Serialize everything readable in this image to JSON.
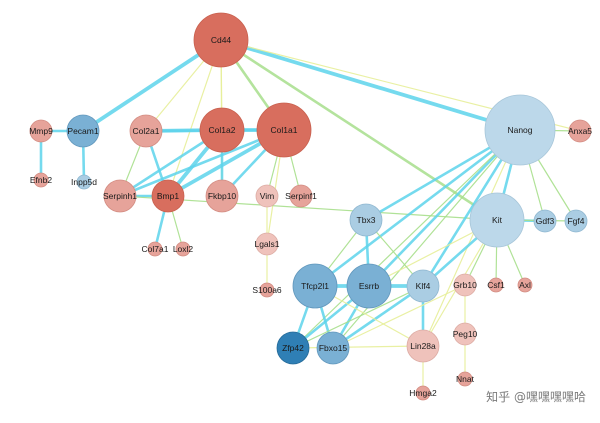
{
  "network": {
    "colors": {
      "red_strong": "#d86e5e",
      "red_light": "#e6a39a",
      "red_pale": "#efc2bb",
      "blue_strong": "#2f7fb5",
      "blue_mid": "#7ab0d4",
      "blue_light": "#aacde3",
      "blue_pale": "#bcd8ea",
      "edge_cyan": "#5ed4ec",
      "edge_green": "#a8df8c",
      "edge_yellow": "#e7ef9a"
    },
    "nodes": [
      {
        "id": "Cd44",
        "label": "Cd44",
        "color": "red_strong",
        "size": "xl"
      },
      {
        "id": "Nanog",
        "label": "Nanog",
        "color": "blue_pale",
        "size": "xxl"
      },
      {
        "id": "Mmp9",
        "label": "Mmp9",
        "color": "red_light",
        "size": "s"
      },
      {
        "id": "Pecam1",
        "label": "Pecam1",
        "color": "blue_mid",
        "size": "m"
      },
      {
        "id": "Col2a1",
        "label": "Col2a1",
        "color": "red_light",
        "size": "m"
      },
      {
        "id": "Col1a2",
        "label": "Col1a2",
        "color": "red_strong",
        "size": "l"
      },
      {
        "id": "Col1a1",
        "label": "Col1a1",
        "color": "red_strong",
        "size": "xl"
      },
      {
        "id": "Anxa5",
        "label": "Anxa5",
        "color": "red_light",
        "size": "s"
      },
      {
        "id": "Efnb2",
        "label": "Efnb2",
        "color": "red_light",
        "size": "xs"
      },
      {
        "id": "Inpp5d",
        "label": "Inpp5d",
        "color": "blue_light",
        "size": "xs"
      },
      {
        "id": "Serpinh1",
        "label": "Serpinh1",
        "color": "red_light",
        "size": "m"
      },
      {
        "id": "Bmp1",
        "label": "Bmp1",
        "color": "red_strong",
        "size": "m"
      },
      {
        "id": "Fkbp10",
        "label": "Fkbp10",
        "color": "red_light",
        "size": "m"
      },
      {
        "id": "Vim",
        "label": "Vim",
        "color": "red_pale",
        "size": "s"
      },
      {
        "id": "Serpinf1",
        "label": "Serpinf1",
        "color": "red_light",
        "size": "s"
      },
      {
        "id": "Col7a1",
        "label": "Col7a1",
        "color": "red_light",
        "size": "xs"
      },
      {
        "id": "Loxl2",
        "label": "Loxl2",
        "color": "red_light",
        "size": "xs"
      },
      {
        "id": "Lgals1",
        "label": "Lgals1",
        "color": "red_pale",
        "size": "s"
      },
      {
        "id": "S100a6",
        "label": "S100a6",
        "color": "red_light",
        "size": "xs"
      },
      {
        "id": "Tbx3",
        "label": "Tbx3",
        "color": "blue_light",
        "size": "m"
      },
      {
        "id": "Kit",
        "label": "Kit",
        "color": "blue_pale",
        "size": "xl"
      },
      {
        "id": "Gdf3",
        "label": "Gdf3",
        "color": "blue_light",
        "size": "s"
      },
      {
        "id": "Fgf4",
        "label": "Fgf4",
        "color": "blue_light",
        "size": "s"
      },
      {
        "id": "Tfcp2l1",
        "label": "Tfcp2l1",
        "color": "blue_mid",
        "size": "l"
      },
      {
        "id": "Esrrb",
        "label": "Esrrb",
        "color": "blue_mid",
        "size": "l"
      },
      {
        "id": "Klf4",
        "label": "Klf4",
        "color": "blue_light",
        "size": "m"
      },
      {
        "id": "Grb10",
        "label": "Grb10",
        "color": "red_pale",
        "size": "s"
      },
      {
        "id": "Csf1",
        "label": "Csf1",
        "color": "red_light",
        "size": "xs"
      },
      {
        "id": "Axl",
        "label": "Axl",
        "color": "red_light",
        "size": "xs"
      },
      {
        "id": "Zfp42",
        "label": "Zfp42",
        "color": "blue_strong",
        "size": "m"
      },
      {
        "id": "Fbxo15",
        "label": "Fbxo15",
        "color": "blue_mid",
        "size": "m"
      },
      {
        "id": "Lin28a",
        "label": "Lin28a",
        "color": "red_pale",
        "size": "m"
      },
      {
        "id": "Peg10",
        "label": "Peg10",
        "color": "red_pale",
        "size": "s"
      },
      {
        "id": "Nnat",
        "label": "Nnat",
        "color": "red_light",
        "size": "xs"
      },
      {
        "id": "Hmga2",
        "label": "Hmga2",
        "color": "red_light",
        "size": "xs"
      }
    ],
    "edges": [
      {
        "source": "Cd44",
        "target": "Pecam1",
        "color": "edge_cyan",
        "weight": "heavy"
      },
      {
        "source": "Cd44",
        "target": "Col2a1",
        "color": "edge_yellow",
        "weight": "light"
      },
      {
        "source": "Cd44",
        "target": "Col1a2",
        "color": "edge_yellow",
        "weight": "light"
      },
      {
        "source": "Cd44",
        "target": "Col1a1",
        "color": "edge_green",
        "weight": "medium"
      },
      {
        "source": "Cd44",
        "target": "Nanog",
        "color": "edge_cyan",
        "weight": "heavy"
      },
      {
        "source": "Cd44",
        "target": "Bmp1",
        "color": "edge_yellow",
        "weight": "light"
      },
      {
        "source": "Cd44",
        "target": "Fkbp10",
        "color": "edge_yellow",
        "weight": "light"
      },
      {
        "source": "Cd44",
        "target": "Kit",
        "color": "edge_green",
        "weight": "medium"
      },
      {
        "source": "Cd44",
        "target": "Anxa5",
        "color": "edge_yellow",
        "weight": "light"
      },
      {
        "source": "Mmp9",
        "target": "Pecam1",
        "color": "edge_cyan",
        "weight": "medium"
      },
      {
        "source": "Mmp9",
        "target": "Efnb2",
        "color": "edge_cyan",
        "weight": "medium"
      },
      {
        "source": "Pecam1",
        "target": "Inpp5d",
        "color": "edge_cyan",
        "weight": "medium"
      },
      {
        "source": "Col2a1",
        "target": "Col1a2",
        "color": "edge_cyan",
        "weight": "heavy"
      },
      {
        "source": "Col1a2",
        "target": "Col1a1",
        "color": "edge_cyan",
        "weight": "heavy"
      },
      {
        "source": "Col2a1",
        "target": "Col1a1",
        "color": "edge_cyan",
        "weight": "medium"
      },
      {
        "source": "Col2a1",
        "target": "Serpinh1",
        "color": "edge_green",
        "weight": "light"
      },
      {
        "source": "Col2a1",
        "target": "Bmp1",
        "color": "edge_cyan",
        "weight": "medium"
      },
      {
        "source": "Col1a2",
        "target": "Serpinh1",
        "color": "edge_cyan",
        "weight": "medium"
      },
      {
        "source": "Col1a2",
        "target": "Bmp1",
        "color": "edge_cyan",
        "weight": "heavy"
      },
      {
        "source": "Col1a2",
        "target": "Fkbp10",
        "color": "edge_cyan",
        "weight": "medium"
      },
      {
        "source": "Col1a1",
        "target": "Serpinh1",
        "color": "edge_cyan",
        "weight": "medium"
      },
      {
        "source": "Col1a1",
        "target": "Bmp1",
        "color": "edge_cyan",
        "weight": "heavy"
      },
      {
        "source": "Col1a1",
        "target": "Fkbp10",
        "color": "edge_cyan",
        "weight": "medium"
      },
      {
        "source": "Col1a1",
        "target": "Vim",
        "color": "edge_green",
        "weight": "light"
      },
      {
        "source": "Col1a1",
        "target": "Serpinf1",
        "color": "edge_green",
        "weight": "light"
      },
      {
        "source": "Col1a1",
        "target": "Lgals1",
        "color": "edge_yellow",
        "weight": "light"
      },
      {
        "source": "Serpinh1",
        "target": "Bmp1",
        "color": "edge_cyan",
        "weight": "medium"
      },
      {
        "source": "Bmp1",
        "target": "Col7a1",
        "color": "edge_cyan",
        "weight": "medium"
      },
      {
        "source": "Bmp1",
        "target": "Loxl2",
        "color": "edge_green",
        "weight": "light"
      },
      {
        "source": "Vim",
        "target": "Lgals1",
        "color": "edge_yellow",
        "weight": "light"
      },
      {
        "source": "Lgals1",
        "target": "S100a6",
        "color": "edge_yellow",
        "weight": "light"
      },
      {
        "source": "Serpinh1",
        "target": "Kit",
        "color": "edge_green",
        "weight": "light"
      },
      {
        "source": "Nanog",
        "target": "Anxa5",
        "color": "edge_green",
        "weight": "light"
      },
      {
        "source": "Nanog",
        "target": "Tbx3",
        "color": "edge_cyan",
        "weight": "medium"
      },
      {
        "source": "Nanog",
        "target": "Kit",
        "color": "edge_cyan",
        "weight": "medium"
      },
      {
        "source": "Nanog",
        "target": "Gdf3",
        "color": "edge_green",
        "weight": "light"
      },
      {
        "source": "Nanog",
        "target": "Fgf4",
        "color": "edge_green",
        "weight": "light"
      },
      {
        "source": "Nanog",
        "target": "Tfcp2l1",
        "color": "edge_cyan",
        "weight": "medium"
      },
      {
        "source": "Nanog",
        "target": "Esrrb",
        "color": "edge_cyan",
        "weight": "medium"
      },
      {
        "source": "Nanog",
        "target": "Klf4",
        "color": "edge_cyan",
        "weight": "medium"
      },
      {
        "source": "Nanog",
        "target": "Zfp42",
        "color": "edge_green",
        "weight": "light"
      },
      {
        "source": "Nanog",
        "target": "Fbxo15",
        "color": "edge_green",
        "weight": "light"
      },
      {
        "source": "Nanog",
        "target": "Lin28a",
        "color": "edge_yellow",
        "weight": "light"
      },
      {
        "source": "Kit",
        "target": "Gdf3",
        "color": "edge_cyan",
        "weight": "medium"
      },
      {
        "source": "Kit",
        "target": "Fgf4",
        "color": "edge_green",
        "weight": "light"
      },
      {
        "source": "Kit",
        "target": "Grb10",
        "color": "edge_green",
        "weight": "light"
      },
      {
        "source": "Kit",
        "target": "Csf1",
        "color": "edge_green",
        "weight": "light"
      },
      {
        "source": "Kit",
        "target": "Axl",
        "color": "edge_green",
        "weight": "light"
      },
      {
        "source": "Kit",
        "target": "Klf4",
        "color": "edge_cyan",
        "weight": "medium"
      },
      {
        "source": "Kit",
        "target": "Esrrb",
        "color": "edge_yellow",
        "weight": "light"
      },
      {
        "source": "Kit",
        "target": "Lin28a",
        "color": "edge_yellow",
        "weight": "light"
      },
      {
        "source": "Tbx3",
        "target": "Esrrb",
        "color": "edge_cyan",
        "weight": "medium"
      },
      {
        "source": "Tbx3",
        "target": "Tfcp2l1",
        "color": "edge_green",
        "weight": "light"
      },
      {
        "source": "Tbx3",
        "target": "Klf4",
        "color": "edge_green",
        "weight": "light"
      },
      {
        "source": "Tfcp2l1",
        "target": "Esrrb",
        "color": "edge_cyan",
        "weight": "heavy"
      },
      {
        "source": "Esrrb",
        "target": "Klf4",
        "color": "edge_cyan",
        "weight": "heavy"
      },
      {
        "source": "Tfcp2l1",
        "target": "Zfp42",
        "color": "edge_cyan",
        "weight": "medium"
      },
      {
        "source": "Tfcp2l1",
        "target": "Fbxo15",
        "color": "edge_cyan",
        "weight": "medium"
      },
      {
        "source": "Esrrb",
        "target": "Zfp42",
        "color": "edge_cyan",
        "weight": "medium"
      },
      {
        "source": "Esrrb",
        "target": "Fbxo15",
        "color": "edge_cyan",
        "weight": "medium"
      },
      {
        "source": "Klf4",
        "target": "Zfp42",
        "color": "edge_green",
        "weight": "light"
      },
      {
        "source": "Klf4",
        "target": "Fbxo15",
        "color": "edge_cyan",
        "weight": "medium"
      },
      {
        "source": "Klf4",
        "target": "Lin28a",
        "color": "edge_cyan",
        "weight": "medium"
      },
      {
        "source": "Lin28a",
        "target": "Hmga2",
        "color": "edge_yellow",
        "weight": "light"
      },
      {
        "source": "Grb10",
        "target": "Peg10",
        "color": "edge_yellow",
        "weight": "light"
      },
      {
        "source": "Peg10",
        "target": "Nnat",
        "color": "edge_yellow",
        "weight": "light"
      },
      {
        "source": "Tfcp2l1",
        "target": "Lin28a",
        "color": "edge_yellow",
        "weight": "light"
      },
      {
        "source": "Zfp42",
        "target": "Lin28a",
        "color": "edge_yellow",
        "weight": "light"
      },
      {
        "source": "Grb10",
        "target": "Fbxo15",
        "color": "edge_yellow",
        "weight": "light"
      }
    ]
  },
  "watermark": {
    "text": "知乎 @嘿嘿嘿嘿哈"
  }
}
